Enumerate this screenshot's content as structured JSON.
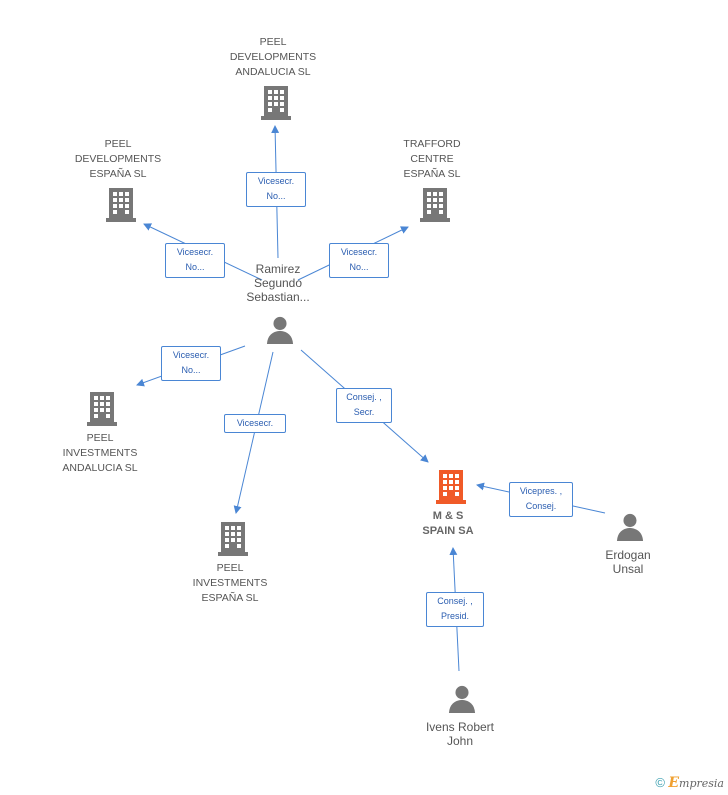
{
  "nodes": {
    "peel_dev_andalucia": "PEEL\nDEVELOPMENTS\nANDALUCIA SL",
    "peel_dev_espana": "PEEL\nDEVELOPMENTS\nESPAÑA SL",
    "trafford": "TRAFFORD\nCENTRE\nESPAÑA SL",
    "ramirez": "Ramirez\nSegundo\nSebastian...",
    "peel_inv_andalucia": "PEEL\nINVESTMENTS\nANDALUCIA SL",
    "peel_inv_espana": "PEEL\nINVESTMENTS\nESPAÑA SL",
    "ms_spain": "M & S\nSPAIN SA",
    "erdogan": "Erdogan\nUnsal",
    "ivens": "Ivens Robert\nJohn"
  },
  "edges": {
    "to_peel_dev_andalucia": "Vicesecr.\nNo...",
    "to_peel_dev_espana": "Vicesecr.\nNo...",
    "to_trafford": "Vicesecr.\nNo...",
    "to_peel_inv_andalucia": "Vicesecr.\nNo...",
    "to_peel_inv_espana": "Vicesecr.",
    "ramirez_to_ms": "Consej. ,\nSecr.",
    "erdogan_to_ms": "Vicepres. ,\nConsej.",
    "ivens_to_ms": "Consej. ,\nPresid."
  },
  "footer": {
    "copyright": "©",
    "brand_initial": "E",
    "brand_rest": "mpresia"
  },
  "colors": {
    "company": "#777777",
    "main_company": "#f05a28",
    "person": "#777777",
    "edge": "#4a86d4"
  }
}
